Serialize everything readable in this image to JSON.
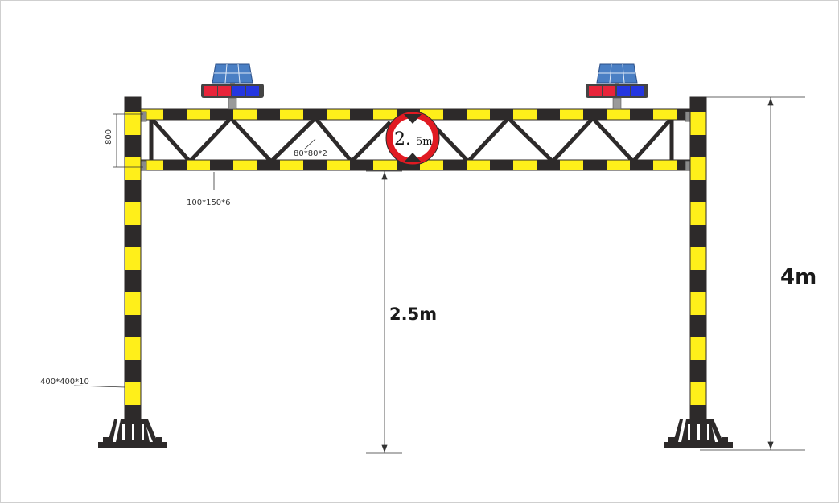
{
  "labels": {
    "height_800": "800",
    "truss_section": "80*80*2",
    "beam_section": "100*150*6",
    "column_section": "400*400*10",
    "clearance": "2.5m",
    "total_height": "4m"
  },
  "sign": {
    "main": "2.",
    "sub": "5m"
  },
  "colors": {
    "stripe_yellow": "#ffef1a",
    "stripe_dark": "#2d2a2a",
    "sign_red": "#e01a22",
    "lamp_red": "#e8243a",
    "lamp_blue": "#2436e0",
    "solar_blue": "#4a7fc4"
  }
}
